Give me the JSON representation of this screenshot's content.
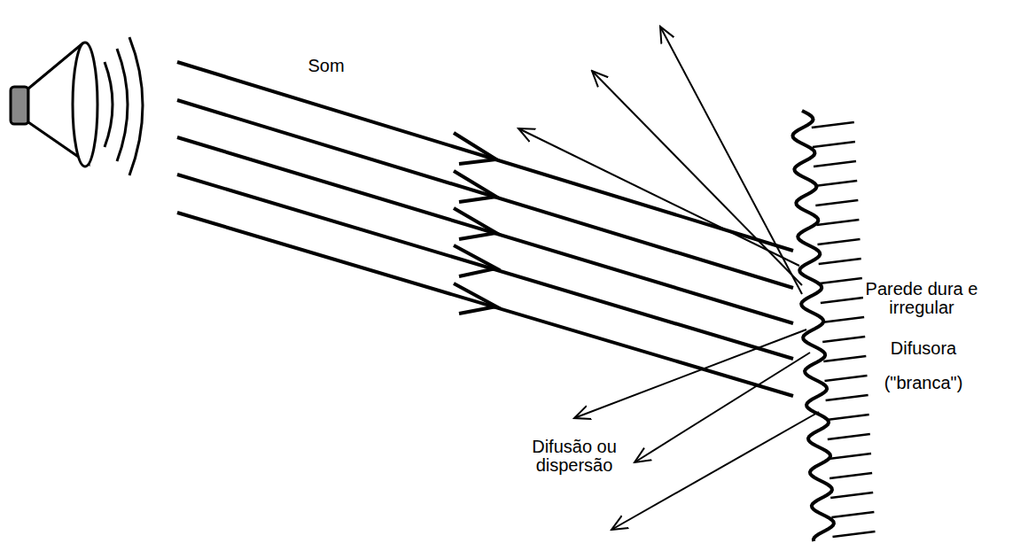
{
  "diagram": {
    "labels": [
      "Som",
      "Parede dura e irregular",
      "Difusora",
      "(\"branca\")",
      "Difusão ou dispersão"
    ]
  }
}
